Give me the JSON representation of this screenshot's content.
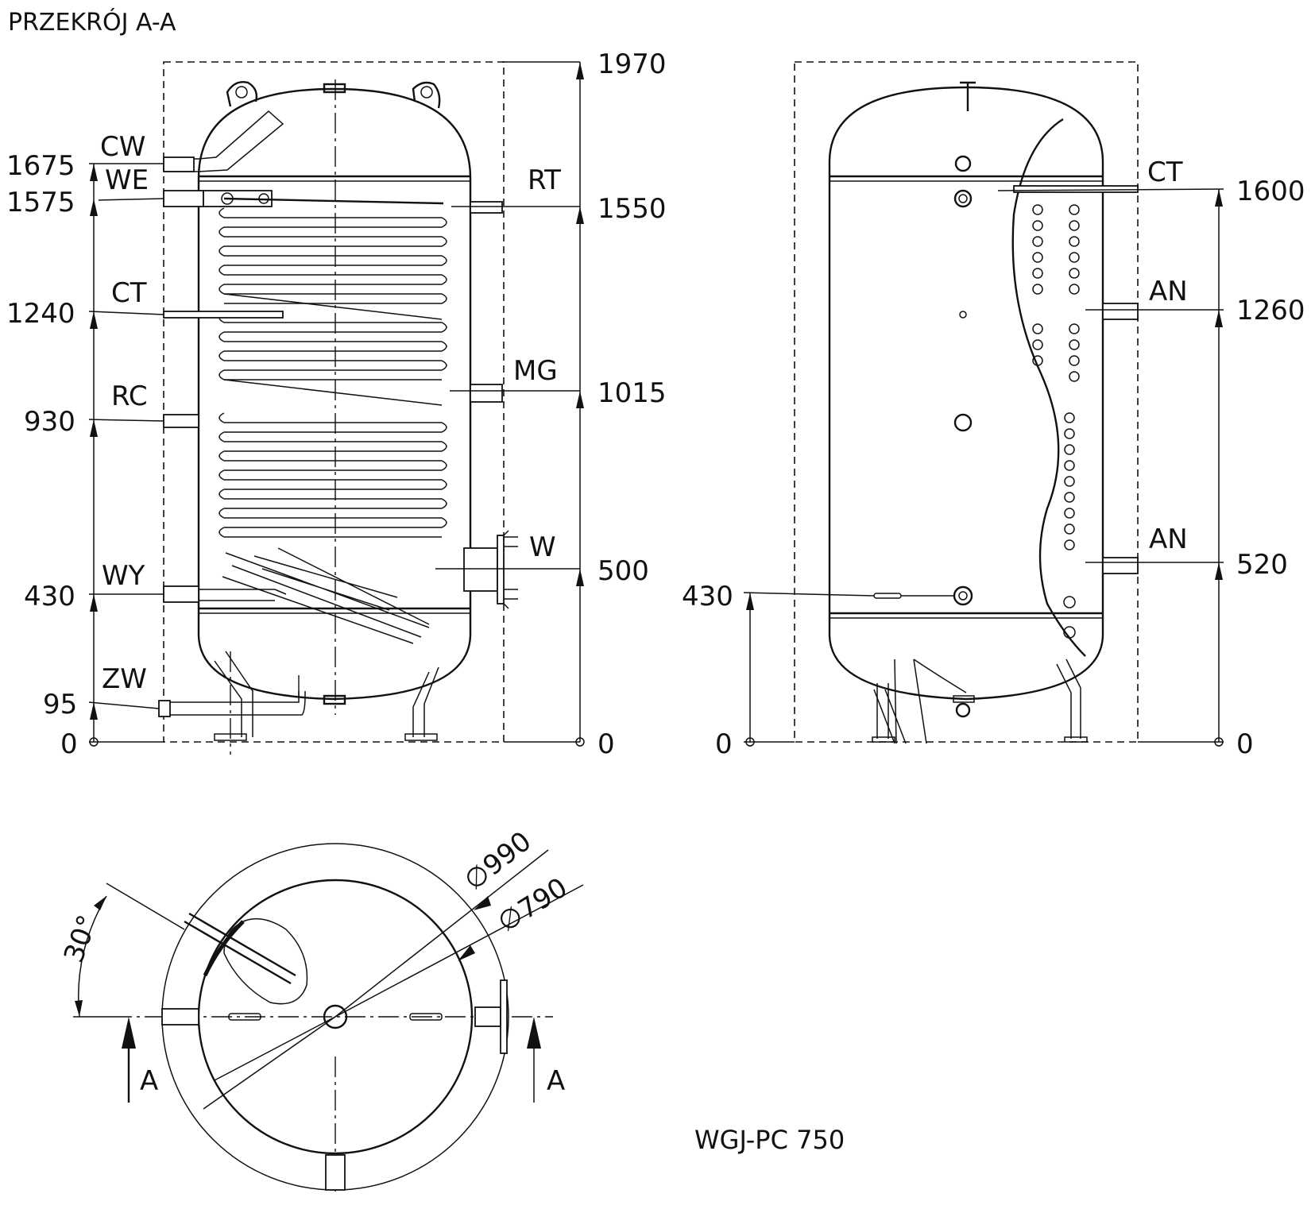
{
  "title": "PRZEKRÓJ A-A",
  "model": "WGJ-PC 750",
  "section_view": {
    "connection_labels": [
      "CW",
      "WE",
      "CT",
      "RC",
      "WY",
      "ZW",
      "RT",
      "MG",
      "W"
    ],
    "left_dimensions": [
      "1675",
      "1575",
      "1240",
      "930",
      "430",
      "95",
      "0"
    ],
    "right_dimensions": [
      "1970",
      "1550",
      "1015",
      "500",
      "0"
    ]
  },
  "side_view": {
    "connection_labels": [
      "CT",
      "AN",
      "AN"
    ],
    "left_dimensions": [
      "430",
      "0"
    ],
    "right_dimensions": [
      "1600",
      "1260",
      "520",
      "0"
    ]
  },
  "top_view": {
    "angle": "30°",
    "outer_diameter": "990",
    "inner_diameter": "790",
    "diameter_symbol": "∅",
    "section_marks": [
      "A",
      "A"
    ]
  }
}
